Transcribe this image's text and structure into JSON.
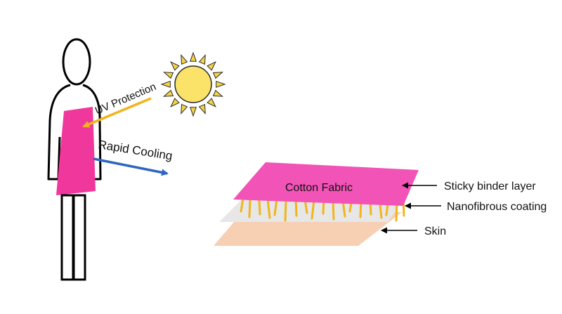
{
  "labels": {
    "uv_protection": "UV Protection",
    "rapid_cooling": "Rapid Cooling",
    "cotton_fabric": "Cotton Fabric",
    "sticky_binder_layer": "Sticky binder layer",
    "nanofibrous_coating": "Nanofibrous coating",
    "skin": "Skin"
  },
  "colors": {
    "garment": "#f0389c",
    "fabric": "#f253b6",
    "sun_body": "#fbe36a",
    "sun_rays": "#f3d34a",
    "uv_arrow": "#f1b51c",
    "cooling_arrow": "#2f66c2",
    "fibers": "#f1b51c",
    "coating": "#e7e7e7",
    "skin": "#f7cfb2",
    "outline": "#000000"
  }
}
